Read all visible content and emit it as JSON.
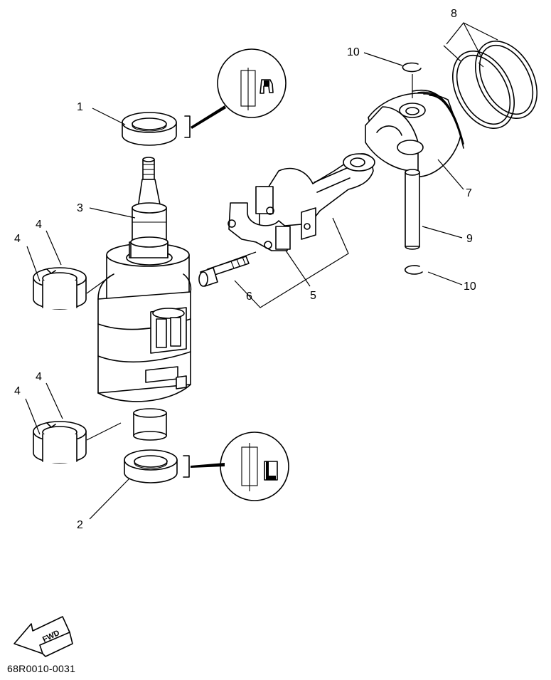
{
  "diagram": {
    "code": "68R0010-0031",
    "direction_label": "FWD",
    "callouts": {
      "c1": "1",
      "c2": "2",
      "c3": "3",
      "c4a": "4",
      "c4b": "4",
      "c4c": "4",
      "c4d": "4",
      "c5": "5",
      "c6": "6",
      "c7": "7",
      "c8": "8",
      "c9": "9",
      "c10a": "10",
      "c10b": "10"
    }
  }
}
